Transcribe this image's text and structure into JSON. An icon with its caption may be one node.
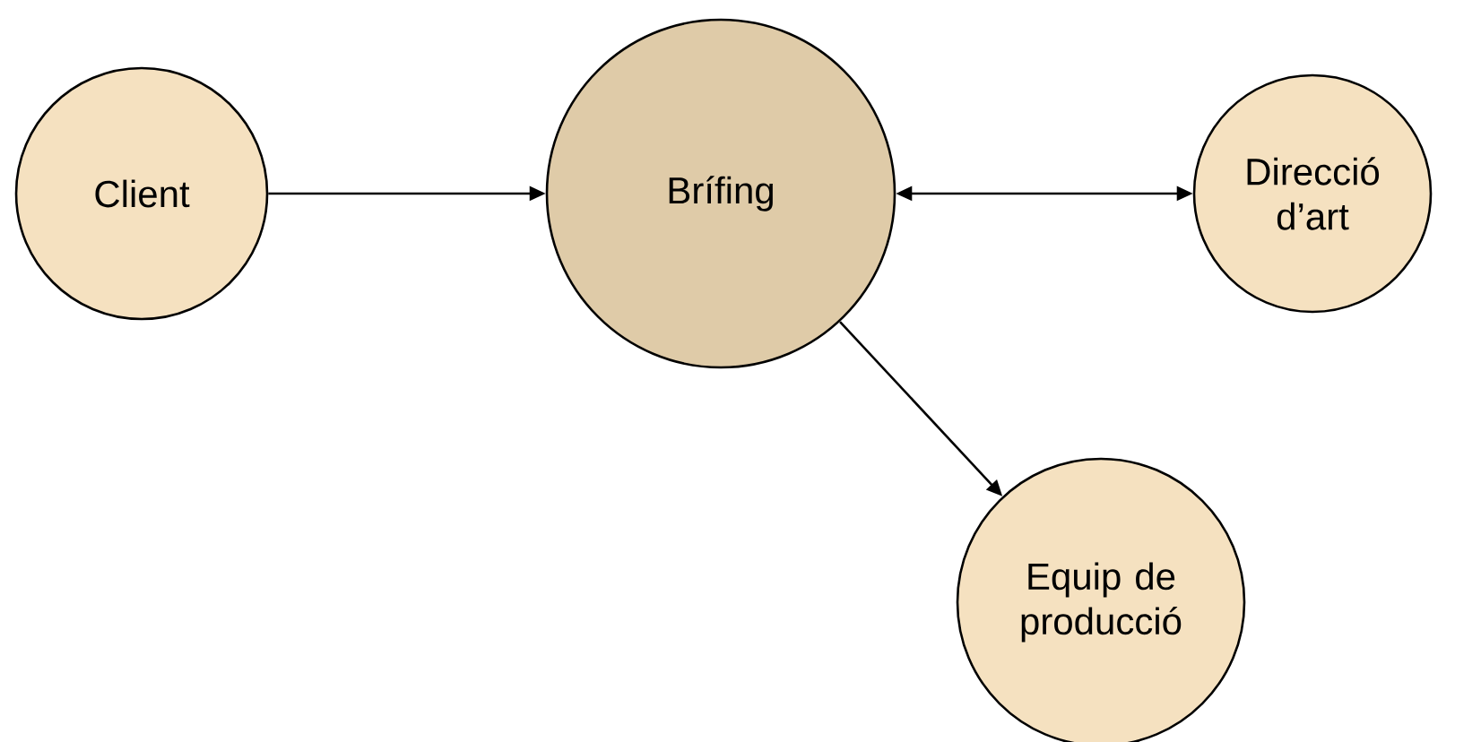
{
  "diagram": {
    "nodes": [
      {
        "text": [
          "Client"
        ]
      },
      {
        "text": [
          "Brífing"
        ]
      },
      {
        "text": [
          "Direcció d’art"
        ]
      },
      {
        "text": [
          "Equip de producció"
        ]
      }
    ],
    "edges": [
      {
        "from": 0,
        "to": 1,
        "arrow": "to"
      },
      {
        "from": 1,
        "to": 2,
        "arrow": "both"
      },
      {
        "from": 1,
        "to": 3,
        "arrow": "to"
      }
    ]
  }
}
